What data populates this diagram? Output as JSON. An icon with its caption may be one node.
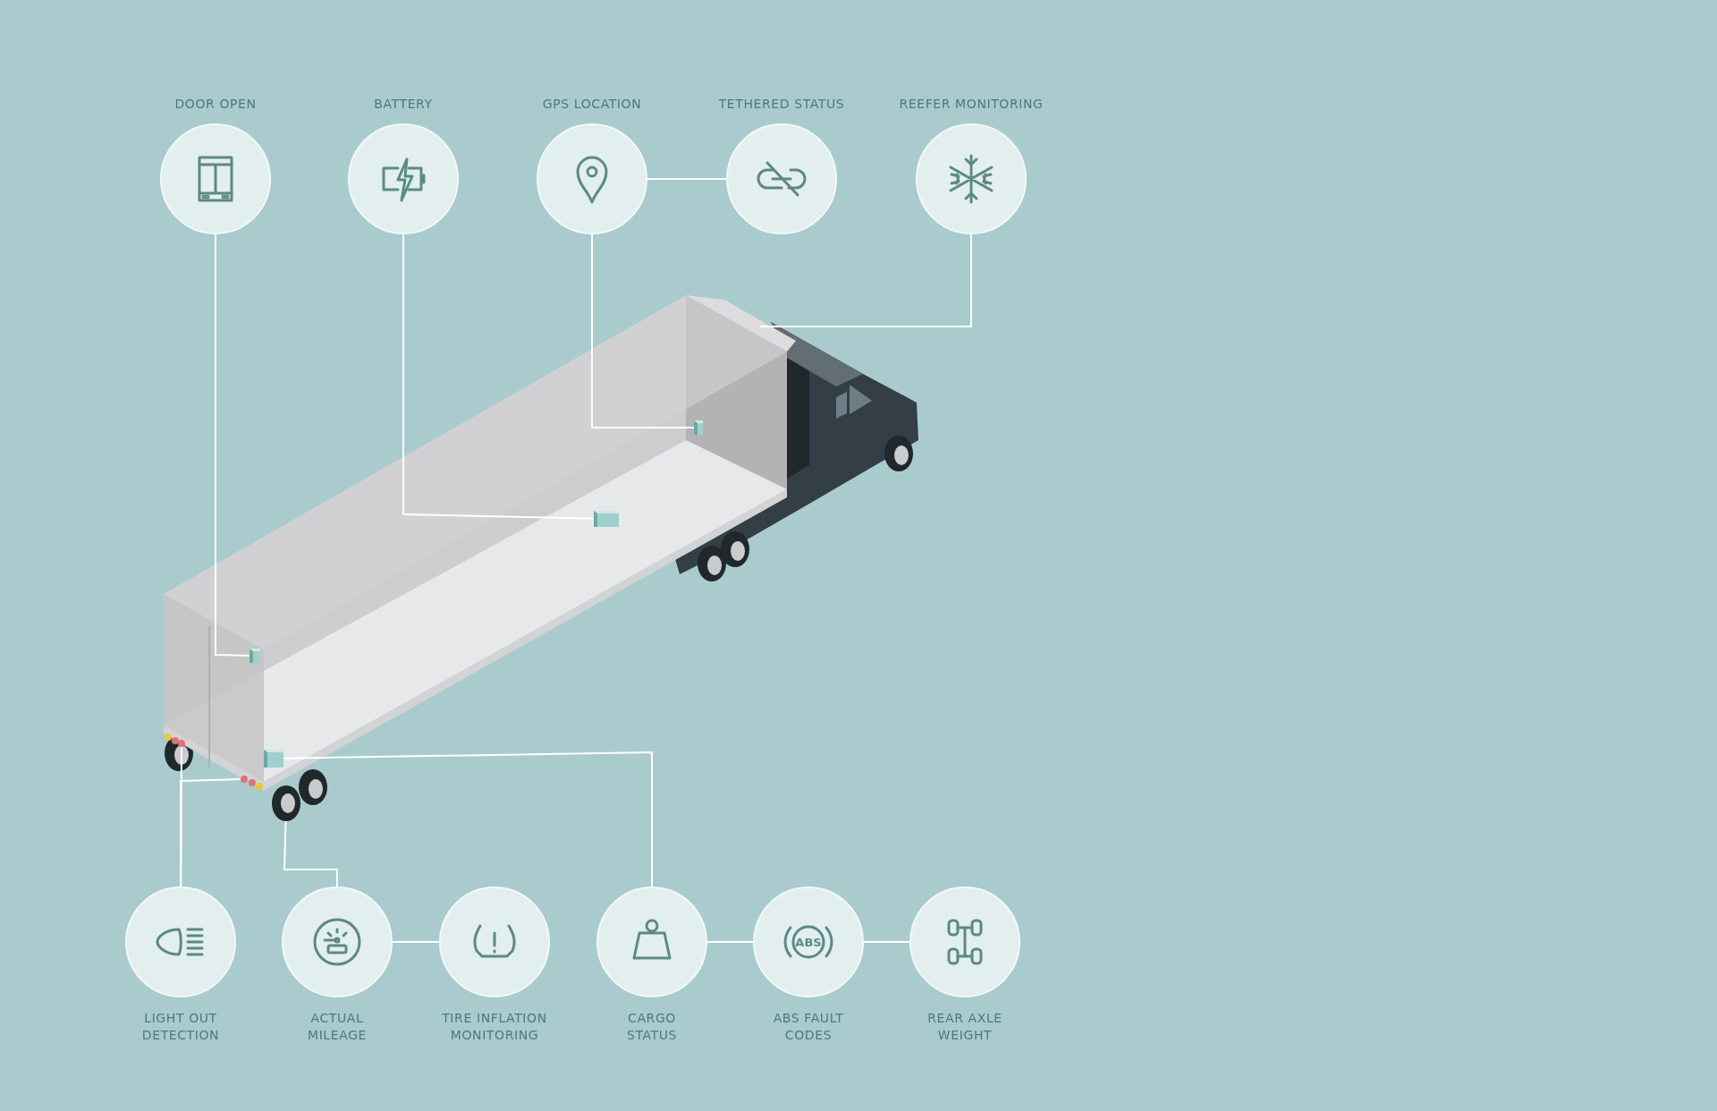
{
  "diagram": {
    "nodes": [
      {
        "text": [
          "DOOR OPEN"
        ]
      },
      {
        "text": [
          "BATTERY"
        ]
      },
      {
        "text": [
          "GPS LOCATION"
        ]
      },
      {
        "text": [
          "TETHERED STATUS"
        ]
      },
      {
        "text": [
          "REEFER MONITORING"
        ]
      },
      {
        "text": [
          "LIGHT OUT DETECTION"
        ]
      },
      {
        "text": [
          "ACTUAL MILEAGE"
        ]
      },
      {
        "text": [
          "TIRE INFLATION MONITORING"
        ]
      },
      {
        "text": [
          "CARGO STATUS"
        ]
      },
      {
        "text": [
          "ABS FAULT CODES"
        ]
      },
      {
        "text": [
          "REAR AXLE WEIGHT"
        ]
      },
      {
        "text": [],
        "shape": "box"
      },
      {
        "text": [],
        "shape": "box"
      },
      {
        "text": [],
        "shape": "box"
      },
      {
        "text": [],
        "shape": "box"
      },
      {
        "text": [],
        "shape": "circle"
      },
      {
        "text": [],
        "shape": "circle"
      },
      {
        "text": [],
        "shape": "circle"
      }
    ],
    "edges": [
      {
        "from": 0,
        "to": 11,
        "arrow": "none"
      },
      {
        "from": 1,
        "to": 12,
        "arrow": "none"
      },
      {
        "from": 2,
        "to": 13,
        "arrow": "none"
      },
      {
        "from": 2,
        "to": 3,
        "arrow": "none"
      },
      {
        "from": 4,
        "to": null,
        "arrow": "none"
      },
      {
        "from": 5,
        "to": 15,
        "arrow": "none"
      },
      {
        "from": 5,
        "to": 16,
        "arrow": "none"
      },
      {
        "from": 6,
        "to": 17,
        "arrow": "none"
      },
      {
        "from": 6,
        "to": 7,
        "arrow": "none"
      },
      {
        "from": 8,
        "to": 14,
        "arrow": "none"
      },
      {
        "from": 8,
        "to": 9,
        "arrow": "none"
      },
      {
        "from": 9,
        "to": 10,
        "arrow": "none"
      }
    ],
    "labels": [
      "ABS"
    ]
  }
}
